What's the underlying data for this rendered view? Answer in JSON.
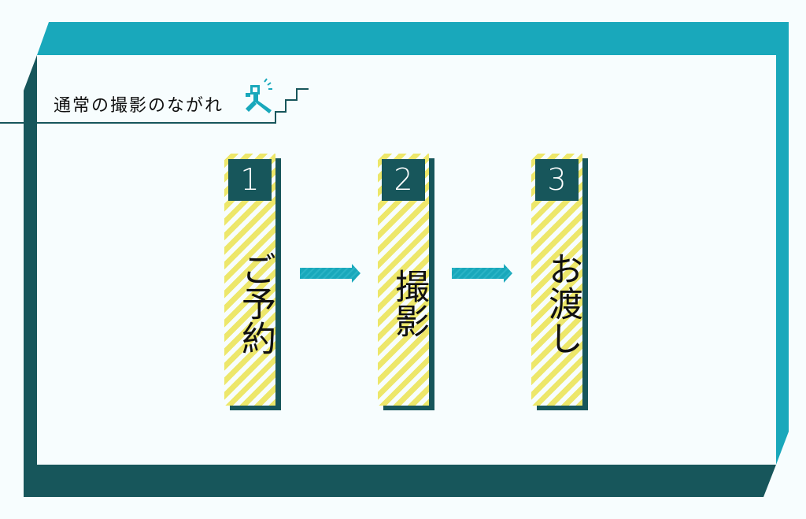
{
  "title": "通常の撮影のながれ",
  "colors": {
    "teal": "#19a8bb",
    "dark_teal": "#17565b",
    "stripe": "#ede76a",
    "panel": "#f7fdfe"
  },
  "steps": [
    {
      "number": "1",
      "label": "ご予約"
    },
    {
      "number": "2",
      "label": "撮影"
    },
    {
      "number": "3",
      "label": "お渡し"
    }
  ]
}
